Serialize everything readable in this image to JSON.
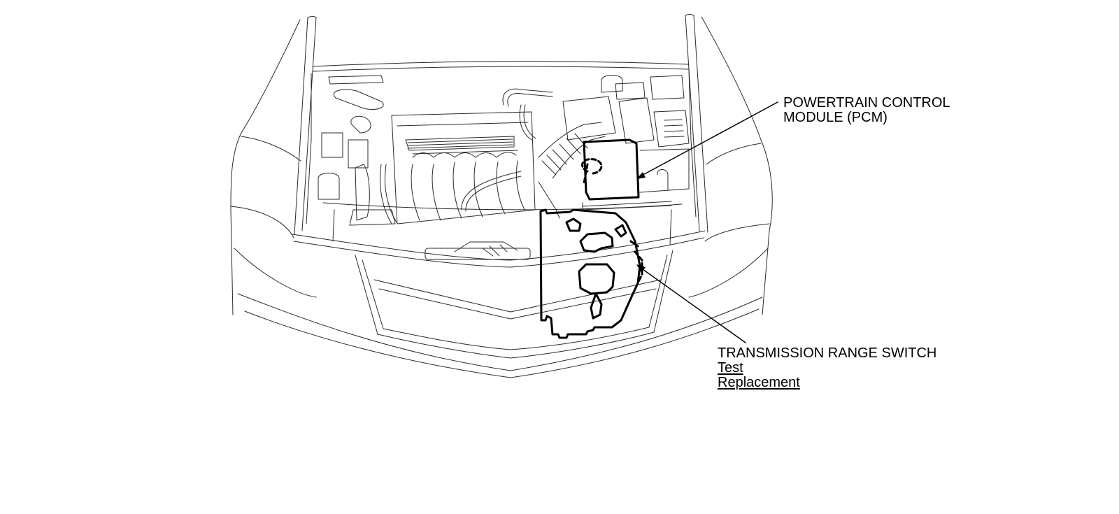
{
  "colors": {
    "background": "#ffffff",
    "ink": "#000000",
    "thin_line": "#2a2a2a"
  },
  "callouts": {
    "pcm": {
      "line1": "POWERTRAIN CONTROL",
      "line2": "MODULE (PCM)"
    },
    "transmission_range_switch": {
      "title": "TRANSMISSION RANGE SWITCH",
      "links": {
        "test": "Test",
        "replacement": "Replacement"
      }
    }
  }
}
